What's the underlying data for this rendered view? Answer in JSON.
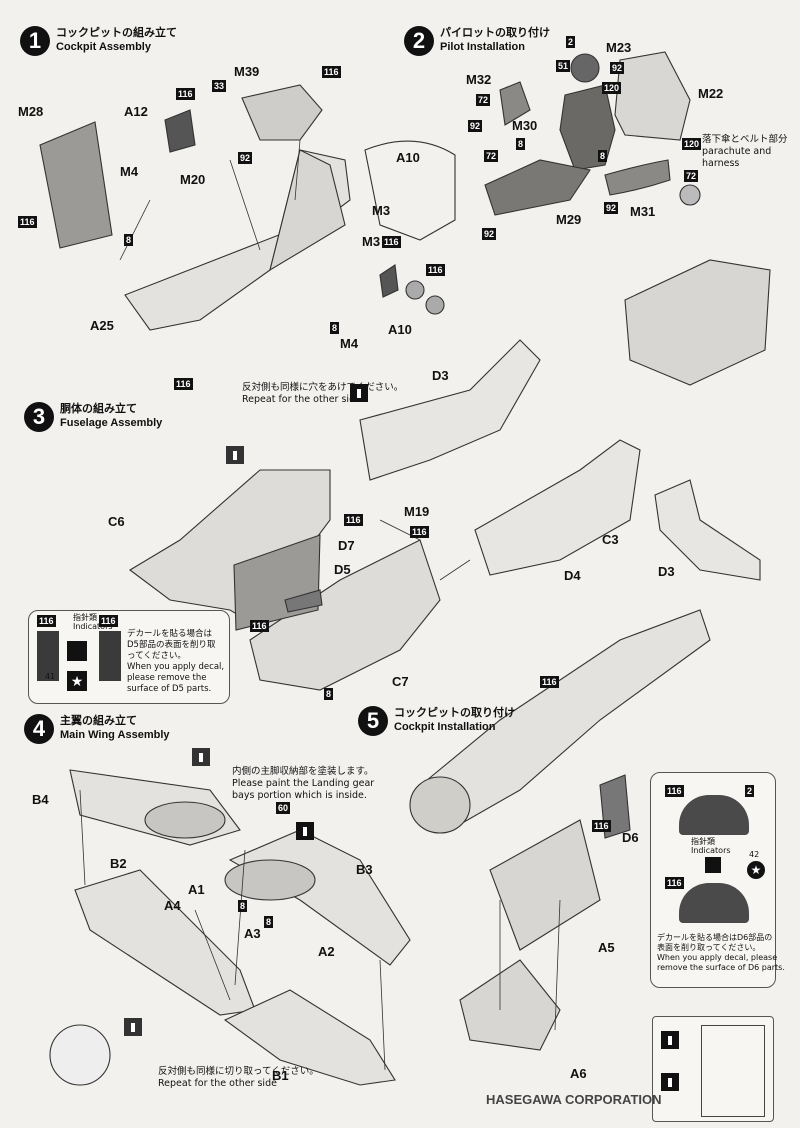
{
  "steps": {
    "s1": {
      "num": "1",
      "jp": "コックピットの組み立て",
      "en": "Cockpit Assembly"
    },
    "s2": {
      "num": "2",
      "jp": "パイロットの取り付け",
      "en": "Pilot Installation"
    },
    "s3": {
      "num": "3",
      "jp": "胴体の組み立て",
      "en": "Fuselage Assembly"
    },
    "s4": {
      "num": "4",
      "jp": "主翼の組み立て",
      "en": "Main Wing Assembly"
    },
    "s5": {
      "num": "5",
      "jp": "コックピットの取り付け",
      "en": "Cockpit Installation"
    }
  },
  "parts": {
    "M28": "M28",
    "A12": "A12",
    "M39": "M39",
    "M4": "M4",
    "M20": "M20",
    "A10": "A10",
    "M3": "M3",
    "A25": "A25",
    "M32": "M32",
    "M23": "M23",
    "M22": "M22",
    "M30": "M30",
    "M29": "M29",
    "M31": "M31",
    "D3": "D3",
    "C6": "C6",
    "M19": "M19",
    "D7": "D7",
    "D5": "D5",
    "C3": "C3",
    "D4": "D4",
    "C7": "C7",
    "B4": "B4",
    "B2": "B2",
    "B3": "B3",
    "A1": "A1",
    "A4": "A4",
    "A3": "A3",
    "A2": "A2",
    "B1": "B1",
    "D6": "D6",
    "A5": "A5",
    "A6": "A6"
  },
  "colors": {
    "c116": "116",
    "c92": "92",
    "c33": "33",
    "c8": "8",
    "c2": "2",
    "c51": "51",
    "c72": "72",
    "c120": "120",
    "c60": "60"
  },
  "notes": {
    "drill_jp": "反対側も同様に穴をあけてください。",
    "drill_en": "Repeat for the other side",
    "cut_jp": "反対側も同様に切り取ってください。",
    "cut_en": "Repeat for the other side",
    "parachute_jp": "落下傘とベルト部分",
    "parachute_en1": "parachute and",
    "parachute_en2": "harness",
    "gear_jp": "内側の主脚収納部を塗装します。",
    "gear_en1": "Please paint the Landing gear",
    "gear_en2": "bays portion which is inside.",
    "decal_d5_jp1": "デカールを貼る場合は",
    "decal_d5_jp2": "D5部品の表面を削り取",
    "decal_d5_jp3": "ってください。",
    "decal_d5_en1": "When you apply decal,",
    "decal_d5_en2": "please remove the",
    "decal_d5_en3": "surface of D5 parts.",
    "decal_d6_jp1": "デカールを貼る場合はD6部品の",
    "decal_d6_jp2": "表面を削り取ってください。",
    "decal_d6_en1": "When you apply decal, please",
    "decal_d6_en2": "remove the surface of D6 parts.",
    "indicators_jp": "指針類",
    "indicators_en": "Indicators",
    "decal41": "41",
    "decal42": "42",
    "footer": "HASEGAWA CORPORATION"
  }
}
